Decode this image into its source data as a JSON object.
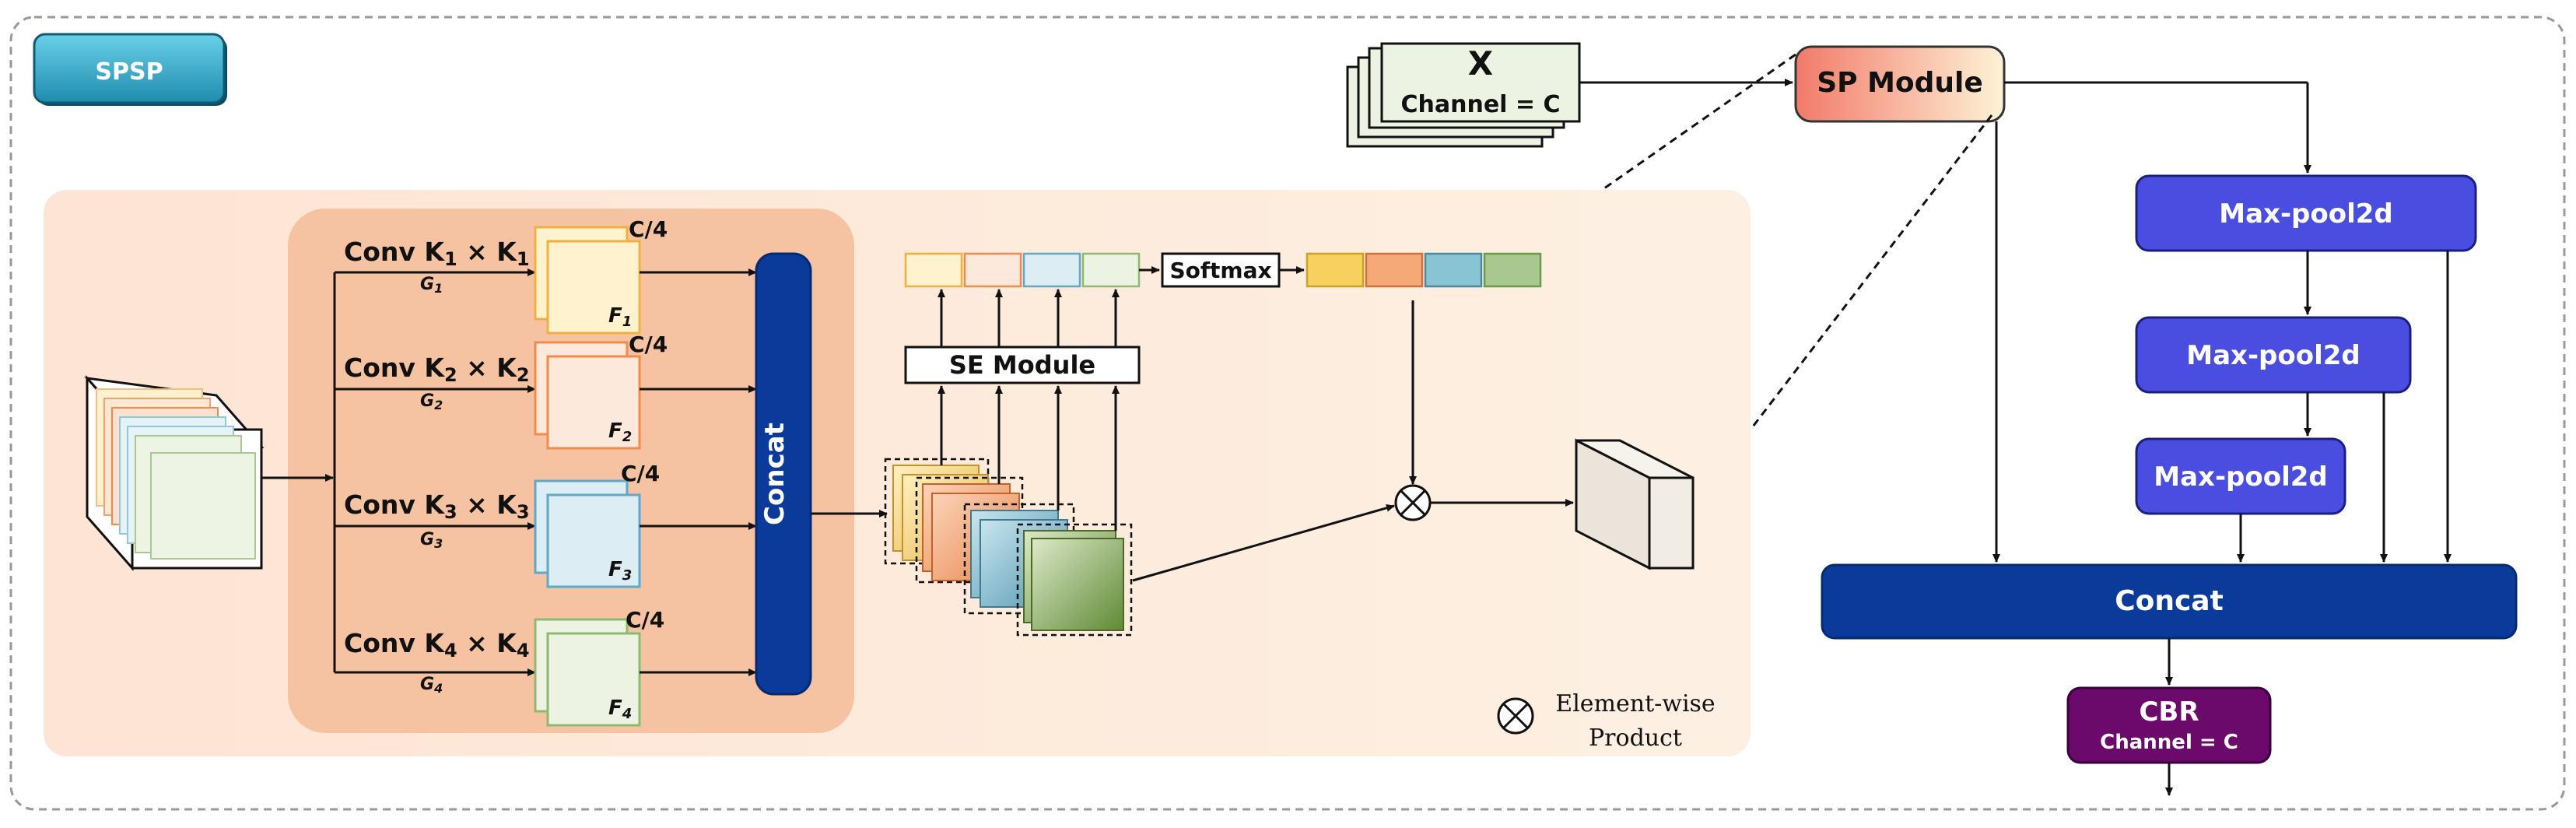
{
  "badge": {
    "label": "SPSP"
  },
  "input": {
    "symbol": "X",
    "channel": "Channel = C"
  },
  "sp_module": {
    "label": "SP Module"
  },
  "branches": [
    {
      "conv_main": "Conv K",
      "sub": "1",
      "times": " × K",
      "sub2": "1",
      "group": "G",
      "group_sub": "1",
      "chan": "C/4",
      "feat": "F",
      "feat_sub": "1"
    },
    {
      "conv_main": "Conv K",
      "sub": "2",
      "times": " × K",
      "sub2": "2",
      "group": "G",
      "group_sub": "2",
      "chan": "C/4",
      "feat": "F",
      "feat_sub": "2"
    },
    {
      "conv_main": "Conv K",
      "sub": "3",
      "times": " × K",
      "sub2": "3",
      "group": "G",
      "group_sub": "3",
      "chan": "C/4",
      "feat": "F",
      "feat_sub": "3"
    },
    {
      "conv_main": "Conv K",
      "sub": "4",
      "times": " × K",
      "sub2": "4",
      "group": "G",
      "group_sub": "4",
      "chan": "C/4",
      "feat": "F",
      "feat_sub": "4"
    }
  ],
  "concat_vertical": {
    "label": "Concat"
  },
  "se_module": {
    "label": "SE Module"
  },
  "softmax": {
    "label": "Softmax"
  },
  "legend": {
    "line1": "Element-wise",
    "line2": "Product"
  },
  "right_panel": {
    "maxpool": [
      "Max-pool2d",
      "Max-pool2d",
      "Max-pool2d"
    ],
    "concat": "Concat",
    "cbr": {
      "title": "CBR",
      "channel": "Channel = C"
    }
  },
  "colors": {
    "navy": "#0a3a9a",
    "pool_blue": "#4a4ee0",
    "cbr_purple": "#6b0a6b",
    "badge_teal": "#2a8fb0",
    "peach_panel": "#f6c5a4",
    "branch1": "#f4c07a",
    "branch2": "#f28a4a",
    "branch3": "#8fc8d8",
    "branch4": "#a8c890"
  }
}
